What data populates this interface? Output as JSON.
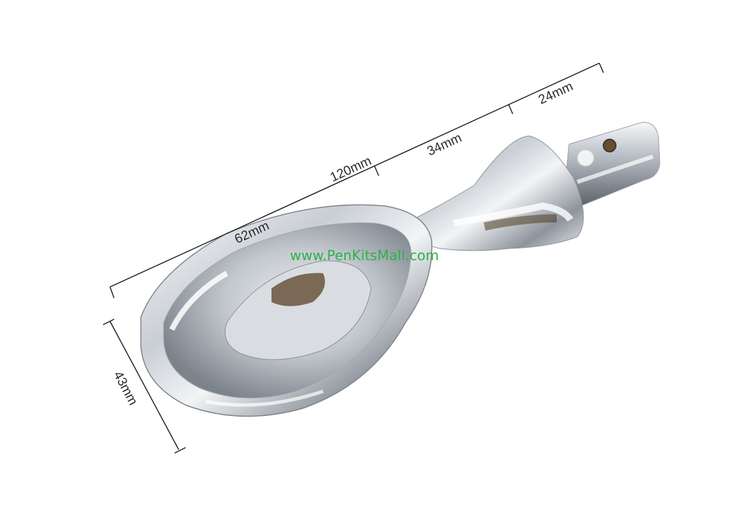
{
  "dimensions": {
    "total_length": "120mm",
    "scoop_length": "62mm",
    "middle_length": "34mm",
    "tip_length": "24mm",
    "scoop_width": "43mm"
  },
  "watermark": "www.PenKitsMall.com",
  "colors": {
    "background": "#ffffff",
    "dimension_line": "#1a1a1a",
    "watermark": "#2bb24c",
    "chrome_light": "#f4f6f8",
    "chrome_mid": "#b8bec6",
    "chrome_dark": "#4a4f56"
  },
  "product": {
    "type": "chrome ice cream scoop head (pen kit part)"
  }
}
